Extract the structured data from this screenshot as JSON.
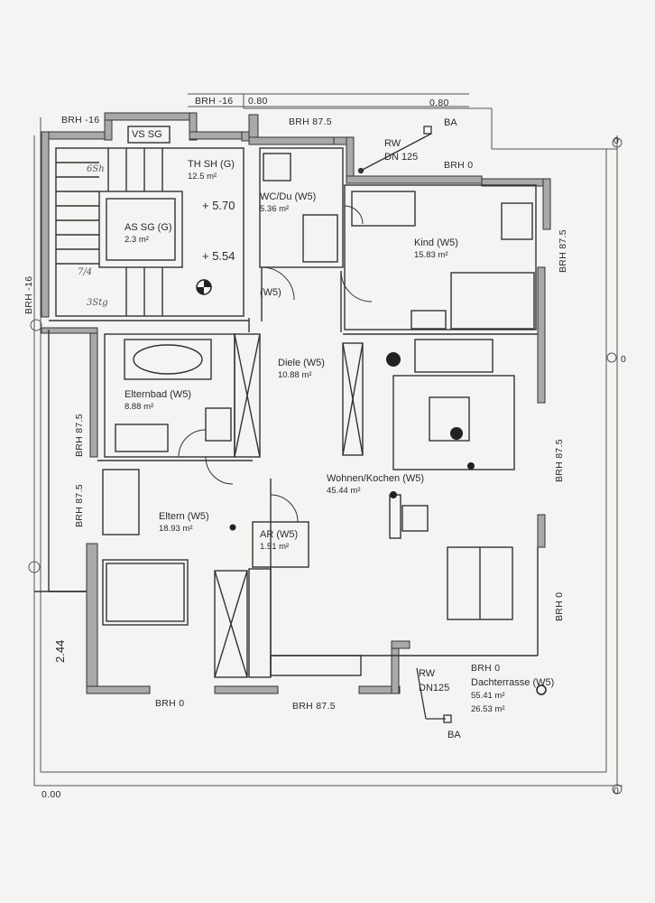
{
  "rooms": {
    "th_sh": {
      "name": "TH SH (G)",
      "area": "12.5 m²"
    },
    "vs_sg": {
      "name": "VS SG"
    },
    "as_sg": {
      "name": "AS SG (G)",
      "area": "2.3 m²"
    },
    "wc_du": {
      "name": "WC/Du (W5)",
      "area": "5.36 m²"
    },
    "kind": {
      "name": "Kind (W5)",
      "area": "15.83 m²"
    },
    "diele": {
      "name": "Diele (W5)",
      "area": "10.88 m²"
    },
    "elternbad": {
      "name": "Elternbad (W5)",
      "area": "8.88 m²"
    },
    "wohnen": {
      "name": "Wohnen/Kochen (W5)",
      "area": "45.44 m²"
    },
    "eltern": {
      "name": "Eltern (W5)",
      "area": "18.93 m²"
    },
    "ar": {
      "name": "AR (W5)",
      "area": "1.51 m²"
    },
    "dachterrasse": {
      "name": "Dachterrasse (W5)",
      "area": "55.41 m²",
      "area2": "26.53 m²"
    }
  },
  "levels": {
    "plus_570": "+ 5.70",
    "plus_554": "+ 5.54",
    "w5_door": "(W5)"
  },
  "brh": {
    "top_left_1": "BRH -16",
    "top_left_2": "BRH -16",
    "top_dim_1": "0.80",
    "top_dim_2": "0.80",
    "top_875": "BRH 87.5",
    "top_0": "BRH 0",
    "left_16": "BRH -16",
    "left_875_1": "BRH 87.5",
    "left_875_2": "BRH 87.5",
    "right_875_1": "BRH 87.5",
    "right_875_2": "BRH 87.5",
    "right_0": "BRH 0",
    "bottom_0": "BRH 0",
    "bottom_875": "BRH 87.5",
    "terrace_0": "BRH 0"
  },
  "drains": {
    "rw_top": "RW",
    "dn_top": "DN 125",
    "ba_top": "BA",
    "rw_bottom": "RW",
    "dn_bottom": "DN125",
    "ba_bottom": "BA"
  },
  "dims": {
    "left_244": "2.44",
    "bottom_left": "0.00",
    "right_0_1": "0",
    "right_0_2": "0",
    "right_0_3": "0"
  },
  "handwriting": {
    "h1": "6Sh",
    "h2": "7/4",
    "h3": "3Stg"
  }
}
